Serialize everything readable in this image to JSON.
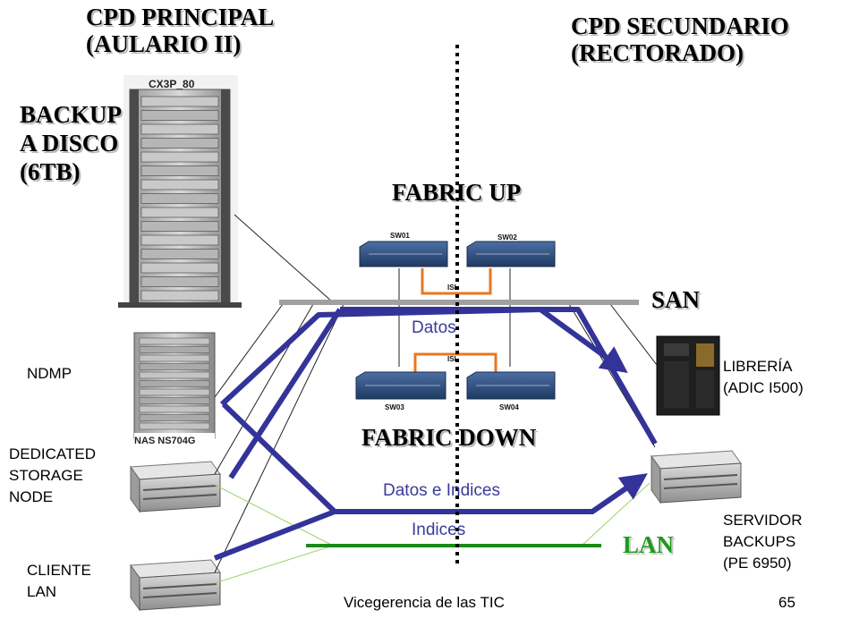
{
  "titles": {
    "cpd_principal": "CPD PRINCIPAL\n(AULARIO II)",
    "cpd_secundario": "CPD SECUNDARIO\n(RECTORADO)",
    "backup_disco": "BACKUP\nA DISCO\n(6TB)",
    "fabric_up": "FABRIC UP",
    "fabric_down": "FABRIC DOWN",
    "san": "SAN",
    "lan": "LAN"
  },
  "devices": {
    "storage_array": "CX3P_80",
    "nas": "NAS NS704G",
    "switches": [
      "SW01",
      "SW02",
      "SW03",
      "SW04"
    ],
    "isl": "ISL"
  },
  "labels": {
    "ndmp": "NDMP",
    "dedicated_storage_node": "DEDICATED\nSTORAGE\nNODE",
    "cliente_lan": "CLIENTE\nLAN",
    "libreria": "LIBRERÍA\n(ADIC I500)",
    "servidor_backups": "SERVIDOR\nBACKUPS\n(PE 6950)"
  },
  "flows": {
    "datos": "Datos",
    "datos_indices": "Datos e Indices",
    "indices": "Indices"
  },
  "footer": {
    "text": "Vicegerencia de las TIC",
    "page": "65"
  },
  "colors": {
    "flow_blue": "#333399",
    "isl_orange": "#e87722",
    "lan_green": "#1a8a1a",
    "lan_title": "#1f9a1f",
    "san_bus": "#a0a0a0",
    "switch_body": "#2e4f80"
  }
}
